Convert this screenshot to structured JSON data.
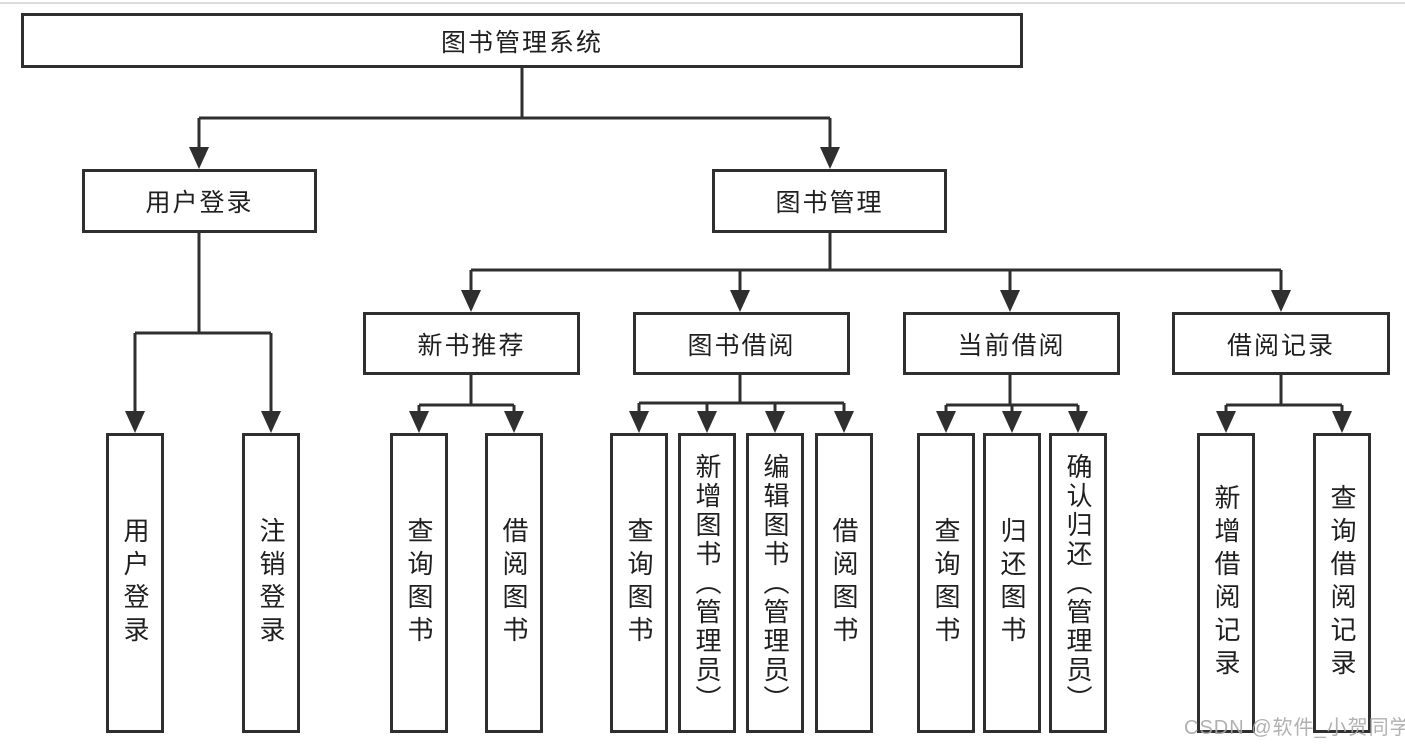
{
  "diagram": {
    "root": {
      "label": "图书管理系统"
    },
    "branches": [
      {
        "label": "用户登录"
      },
      {
        "label": "图书管理"
      }
    ],
    "groups": [
      {
        "label": "新书推荐"
      },
      {
        "label": "图书借阅"
      },
      {
        "label": "当前借阅"
      },
      {
        "label": "借阅记录"
      }
    ],
    "leaves": [
      {
        "label": "用户登录"
      },
      {
        "label": "注销登录"
      },
      {
        "label": "查询图书"
      },
      {
        "label": "借阅图书"
      },
      {
        "label": "查询图书"
      },
      {
        "label": "新增图书（管理员）"
      },
      {
        "label": "编辑图书（管理员）"
      },
      {
        "label": "借阅图书"
      },
      {
        "label": "查询图书"
      },
      {
        "label": "归还图书"
      },
      {
        "label": "确认归还（管理员）"
      },
      {
        "label": "新增借阅记录"
      },
      {
        "label": "查询借阅记录"
      }
    ]
  },
  "colors": {
    "line": "#2f2f2f",
    "text": "#1f1f1f",
    "watermark": "#a9a9a9"
  },
  "watermark": {
    "text": "CSDN @软件_小贺同学"
  }
}
